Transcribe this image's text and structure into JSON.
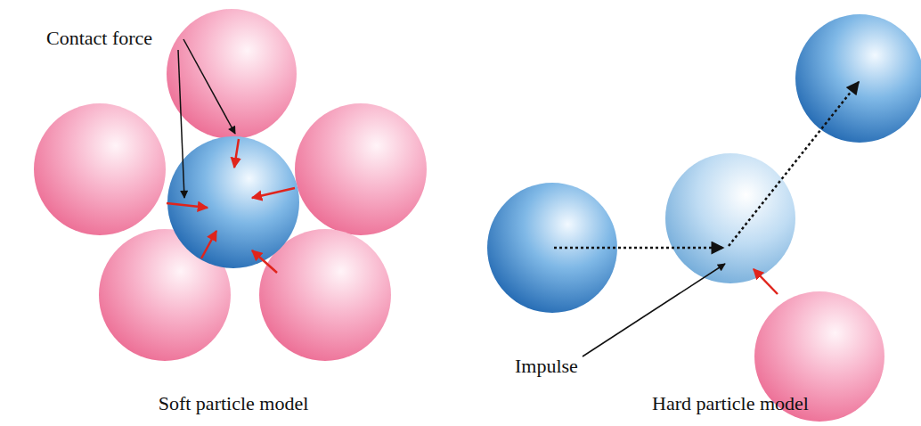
{
  "diagram": {
    "labels": [
      "Contact force",
      "Impulse",
      "Soft particle model",
      "Hard particle model"
    ]
  }
}
